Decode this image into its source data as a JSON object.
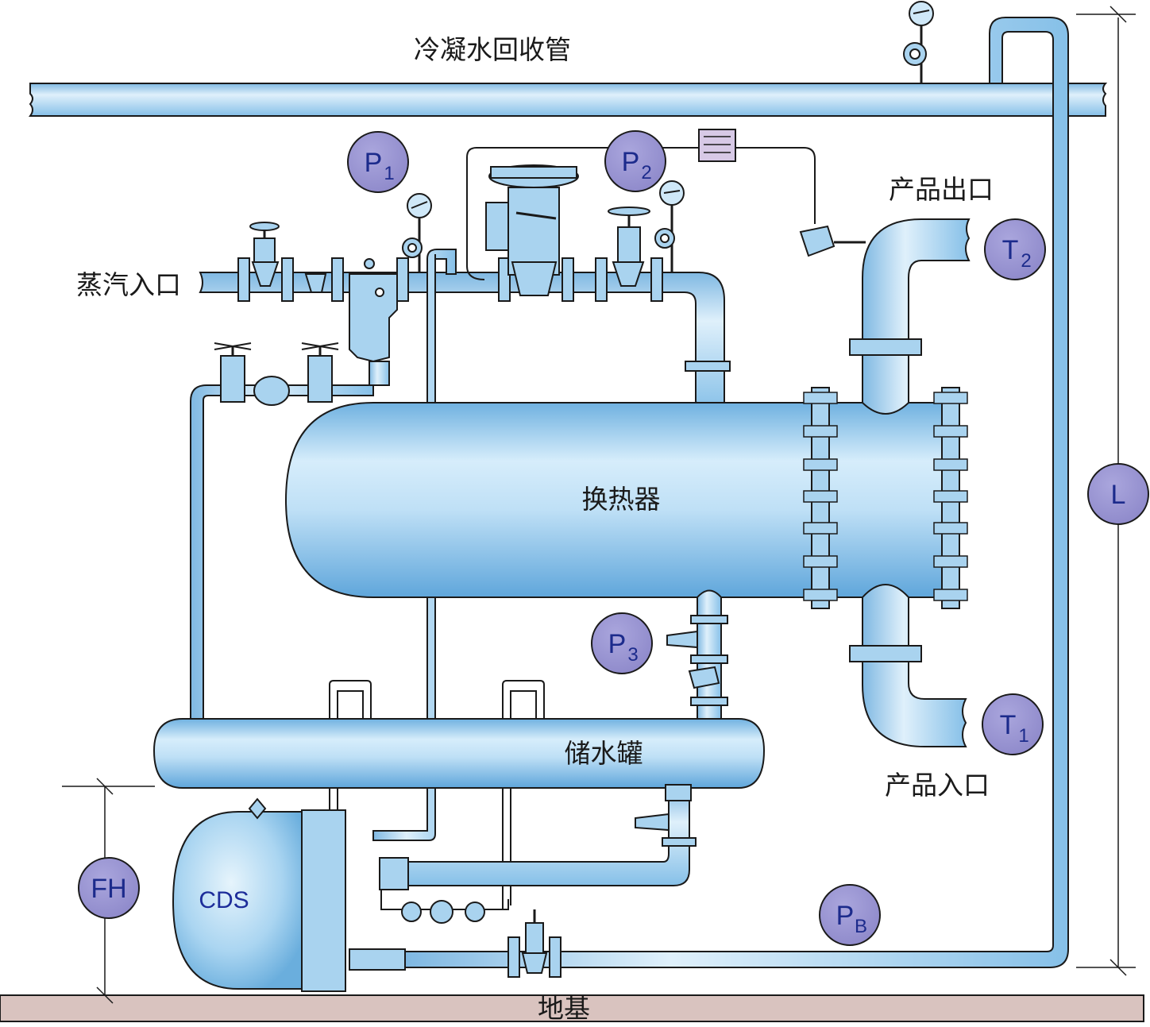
{
  "labels": {
    "condensate_pipe": "冷凝水回收管",
    "steam_inlet": "蒸汽入口",
    "product_outlet": "产品出口",
    "product_inlet": "产品入口",
    "heat_exchanger": "换热器",
    "storage_tank": "储水罐",
    "foundation": "地基",
    "cds": "CDS"
  },
  "badges": {
    "p1": {
      "main": "P",
      "sub": "1"
    },
    "p2": {
      "main": "P",
      "sub": "2"
    },
    "p3": {
      "main": "P",
      "sub": "3"
    },
    "pb": {
      "main": "P",
      "sub": "B"
    },
    "t1": {
      "main": "T",
      "sub": "1"
    },
    "t2": {
      "main": "T",
      "sub": "2"
    },
    "l": {
      "main": "L",
      "sub": ""
    },
    "fh": {
      "main": "FH",
      "sub": ""
    }
  },
  "colors": {
    "pipe_fill": "#a9d3ef",
    "pipe_stroke": "#1a1a1a",
    "badge_fill": "#9b97d3",
    "badge_text": "#1c2b8c",
    "foundation_fill": "#d9c3bf"
  }
}
